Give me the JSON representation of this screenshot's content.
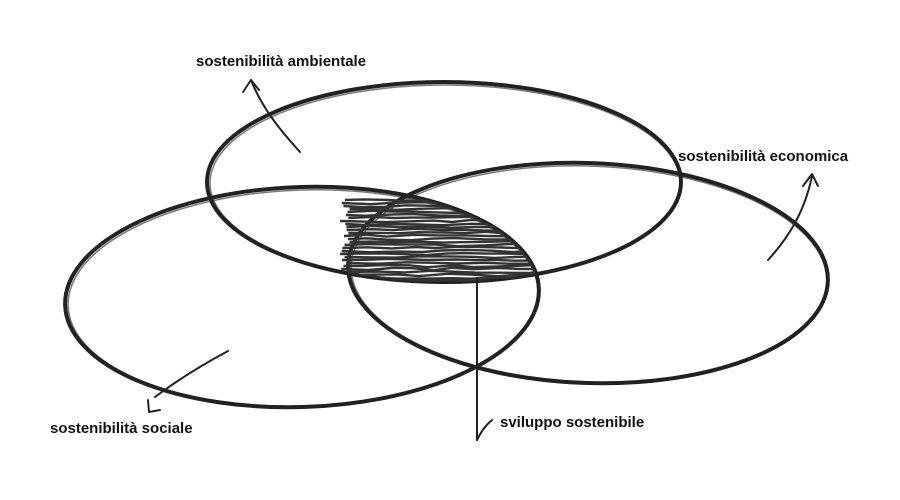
{
  "diagram": {
    "labels": {
      "ambientale": "sostenibilità ambientale",
      "economica": "sostenibilità economica",
      "sociale": "sostenibilità sociale",
      "sviluppo": "sviluppo sostenibile"
    },
    "colors": {
      "stroke": "#222222",
      "hatch": "#333333",
      "background": "#ffffff"
    }
  }
}
